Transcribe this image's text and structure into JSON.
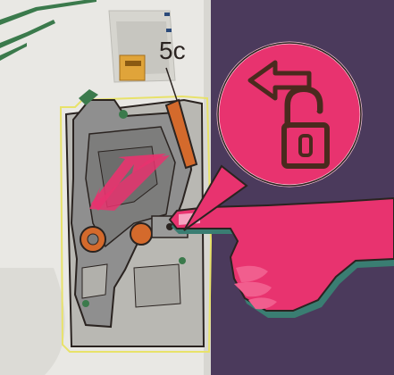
{
  "step_label": "5c",
  "callout": {
    "arrow_direction": "left",
    "lock_state": "unlocked"
  },
  "colors": {
    "background": "#4b3a5c",
    "printer_body": "#e9e8e4",
    "panel_gray": "#8f8f8f",
    "accent_magenta": "#e8336f",
    "accent_orange": "#d46a2c",
    "outline_dark": "#2a2320",
    "highlight_yellow": "#e8e26a",
    "stripe_green": "#3b7a4c"
  },
  "icons": [
    "left-arrow-icon",
    "unlocked-padlock-icon",
    "pointing-hand-icon",
    "direction-arrow-icon"
  ]
}
